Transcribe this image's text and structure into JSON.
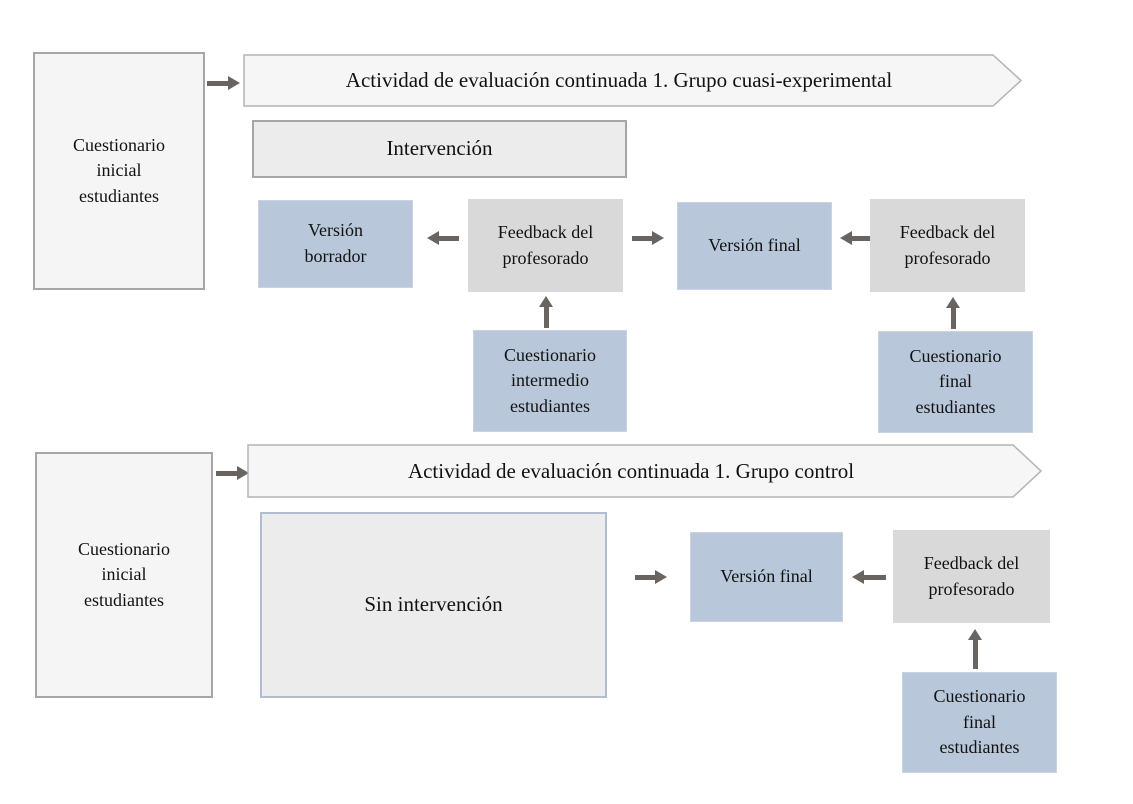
{
  "colors": {
    "blue_box": "#b8c7da",
    "blue_box_border": "#c9d3e2",
    "gray_box": "#d9d9d9",
    "light_box": "#f5f5f5",
    "panel_box": "#ececec",
    "gray_border": "#a6a6a6",
    "banner_fill": "#f6f6f6",
    "banner_border": "#b3b3b3",
    "blue_border": "#b3bdd0",
    "arrow": "#6a6460",
    "text": "#111111"
  },
  "experimental": {
    "initial_questionnaire": "Cuestionario\ninicial\nestudiantes",
    "banner": "Actividad de evaluación continuada 1. Grupo cuasi-experimental",
    "intervention": "Intervención",
    "draft_version": "Versión\nborrador",
    "feedback_left": "Feedback del\nprofesorado",
    "final_version": "Versión final",
    "feedback_right": "Feedback del\nprofesorado",
    "intermediate_questionnaire": "Cuestionario\nintermedio\nestudiantes",
    "final_questionnaire": "Cuestionario\nfinal\nestudiantes"
  },
  "control": {
    "initial_questionnaire": "Cuestionario\ninicial\nestudiantes",
    "banner": "Actividad de evaluación continuada 1. Grupo control",
    "intervention": "Sin intervención",
    "final_version": "Versión final",
    "feedback": "Feedback del\nprofesorado",
    "final_questionnaire": "Cuestionario\nfinal\nestudiantes"
  }
}
